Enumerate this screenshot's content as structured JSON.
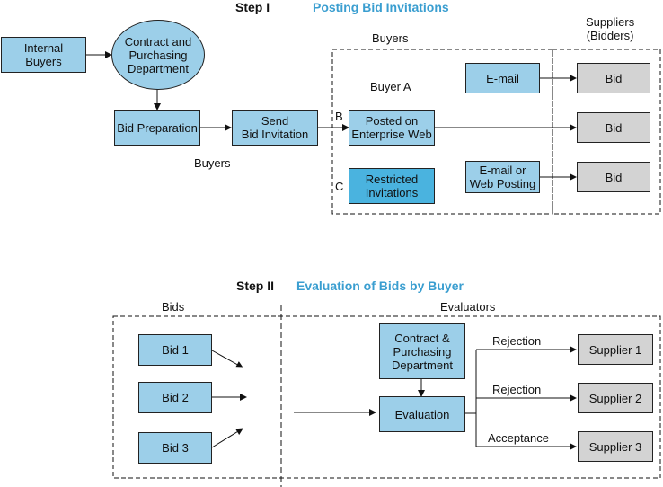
{
  "step1": {
    "step_label": "Step I",
    "title": "Posting Bid Invitations",
    "internal_buyers": "Internal\nBuyers",
    "contract_dept": "Contract and\nPurchasing\nDepartment",
    "bid_preparation": "Bid Preparation",
    "send_invitation": "Send\nBid Invitation",
    "buyers_below": "Buyers",
    "buyers_header": "Buyers",
    "suppliers_header": "Suppliers\n(Bidders)",
    "buyer_a": "Buyer A",
    "label_b": "B",
    "label_c": "C",
    "email": "E-mail",
    "posted_web": "Posted on\nEnterprise Web",
    "restricted": "Restricted\nInvitations",
    "email_or_web": "E-mail or\nWeb Posting",
    "bids": [
      "Bid",
      "Bid",
      "Bid"
    ]
  },
  "step2": {
    "step_label": "Step II",
    "title": "Evaluation of Bids by Buyer",
    "bids_header": "Bids",
    "evaluators_header": "Evaluators",
    "bids": [
      "Bid 1",
      "Bid 2",
      "Bid 3"
    ],
    "contract_dept": "Contract &\nPurchasing\nDepartment",
    "evaluation": "Evaluation",
    "outcomes": [
      "Rejection",
      "Rejection",
      "Acceptance"
    ],
    "suppliers": [
      "Supplier 1",
      "Supplier 2",
      "Supplier 3"
    ]
  },
  "colors": {
    "box_blue": "#9ccfe9",
    "box_dark_blue": "#4ab3df",
    "box_gray": "#d3d3d3",
    "title_accent": "#3a9ed0"
  }
}
